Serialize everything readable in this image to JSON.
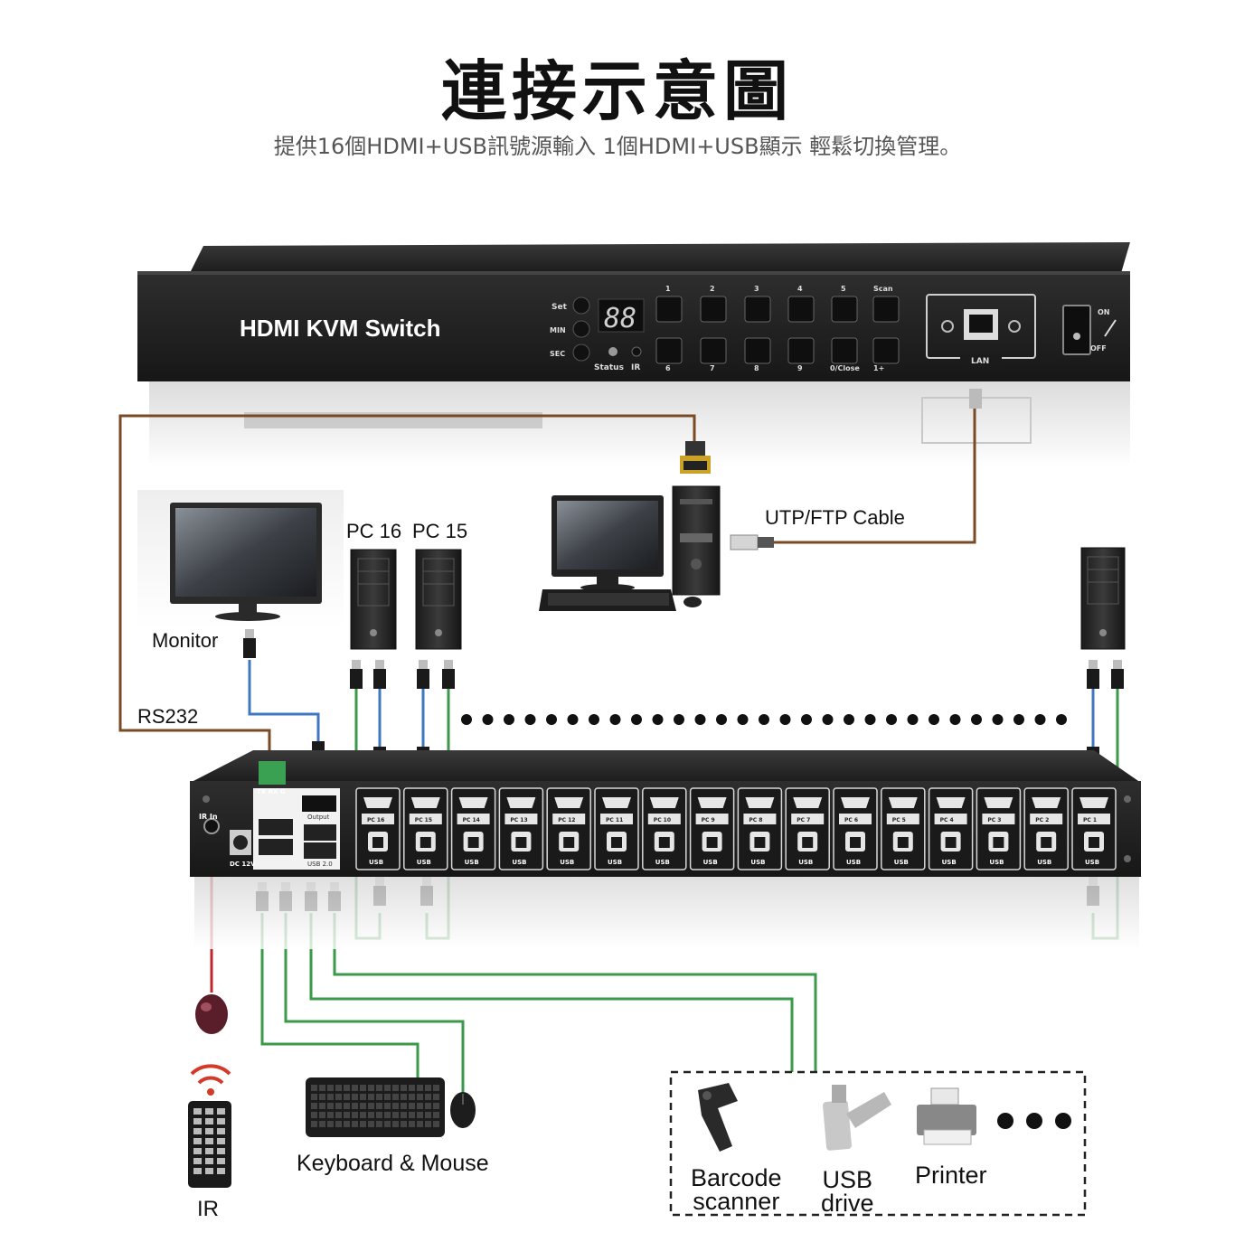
{
  "header": {
    "title": "連接示意圖",
    "subtitle": "提供16個HDMI+USB訊號源輸入 1個HDMI+USB顯示 輕鬆切換管理。"
  },
  "front_panel": {
    "name": "HDMI KVM Switch",
    "display": "88",
    "left_labels": [
      "Set",
      "MIN",
      "SEC"
    ],
    "status_label": "Status",
    "ir_label": "IR",
    "top_buttons": [
      "1",
      "2",
      "3",
      "4",
      "5",
      "Scan"
    ],
    "bottom_buttons": [
      "6",
      "7",
      "8",
      "9",
      "0/Close",
      "1+"
    ],
    "lan_label": "LAN",
    "switch_on": "ON",
    "switch_off": "OFF"
  },
  "labels": {
    "monitor": "Monitor",
    "pc16": "PC 16",
    "pc15": "PC 15",
    "utp": "UTP/FTP Cable",
    "rs232": "RS232",
    "keyboard_mouse": "Keyboard & Mouse",
    "barcode_line1": "Barcode",
    "barcode_line2": "scanner",
    "usb_line1": "USB",
    "usb_line2": "drive",
    "printer": "Printer",
    "ir": "IR"
  },
  "rear_panel": {
    "ports": [
      "PC 16",
      "PC 15",
      "PC 14",
      "PC 13",
      "PC 12",
      "PC 11",
      "PC 10",
      "PC 9",
      "PC 8",
      "PC 7",
      "PC 6",
      "PC 5",
      "PC 4",
      "PC 3",
      "PC 2",
      "PC 1"
    ],
    "usb_label": "USB",
    "output_label": "Output",
    "usb20_label": "USB 2.0",
    "dc_label": "DC 12V",
    "ir_in_label": "IR In",
    "trunk_label": "TX RX G"
  },
  "colors": {
    "brown": "#7a4a25",
    "blue": "#3f78c0",
    "green": "#3a9a4a",
    "red": "#c0272d",
    "panel": "#262626"
  }
}
